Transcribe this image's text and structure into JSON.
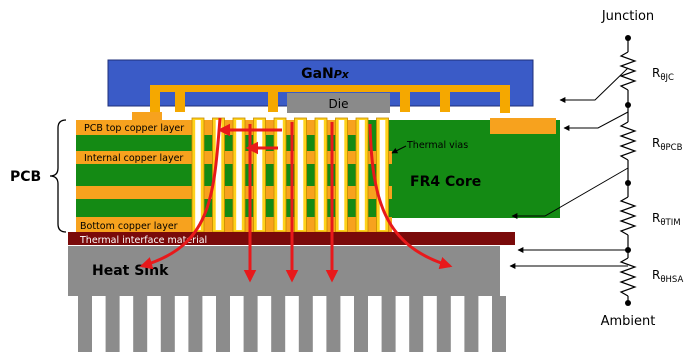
{
  "package_label": {
    "main": "GaN",
    "suffix": "Px"
  },
  "die_label": "Die",
  "pcb_label": "PCB",
  "layer_labels": {
    "top_copper": "PCB top copper layer",
    "internal_copper": "Internal copper layer",
    "bottom_copper": "Bottom copper layer",
    "tim": "Thermal interface material"
  },
  "thermal_vias_label": "Thermal vias",
  "fr4_label": "FR4 Core",
  "heat_sink_label": "Heat Sink",
  "network": {
    "top_label": "Junction",
    "bottom_label": "Ambient",
    "resistors": [
      {
        "main": "R",
        "sub": "θJC"
      },
      {
        "main": "R",
        "sub": "θPCB"
      },
      {
        "main": "R",
        "sub": "θTIM"
      },
      {
        "main": "R",
        "sub": "θHSA"
      }
    ]
  },
  "colors": {
    "package_blue": "#3a5bc7",
    "gold": "#f5a800",
    "copper_orange": "#f7a21e",
    "fr4_green": "#148a14",
    "die_grey": "#8a8a8a",
    "tim_maroon": "#7a0a0a",
    "heatsink_grey": "#8c8c8c",
    "arrow_red": "#e8191b",
    "via_yellow": "#ffd21c"
  }
}
